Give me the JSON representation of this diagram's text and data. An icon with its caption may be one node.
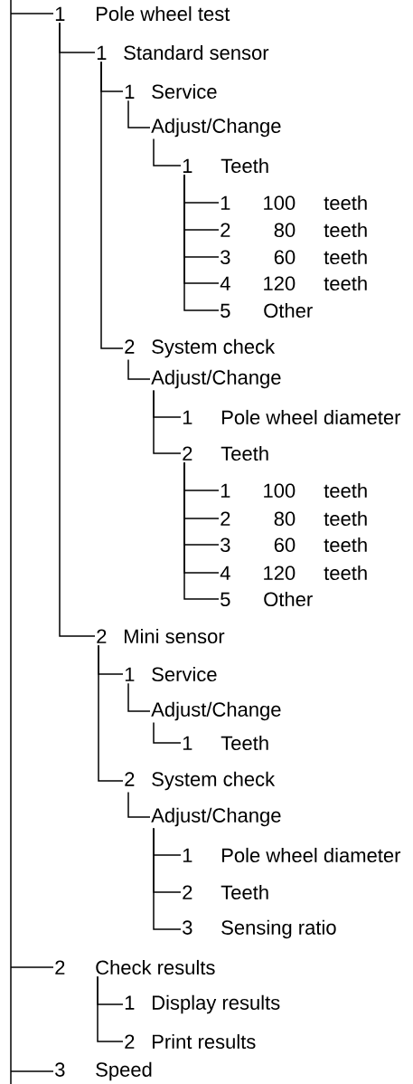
{
  "diagram": {
    "nodes": [
      {
        "text": [
          "1",
          "Pole wheel test"
        ]
      },
      {
        "text": [
          "1",
          "Standard sensor"
        ]
      },
      {
        "text": [
          "1",
          "Service"
        ]
      },
      {
        "text": [
          "Adjust/Change"
        ]
      },
      {
        "text": [
          "1",
          "Teeth"
        ]
      },
      {
        "text": [
          "1",
          "100",
          "teeth"
        ]
      },
      {
        "text": [
          "2",
          "80",
          "teeth"
        ]
      },
      {
        "text": [
          "3",
          "60",
          "teeth"
        ]
      },
      {
        "text": [
          "4",
          "120",
          "teeth"
        ]
      },
      {
        "text": [
          "5",
          "Other"
        ]
      },
      {
        "text": [
          "2",
          "System check"
        ]
      },
      {
        "text": [
          "Adjust/Change"
        ]
      },
      {
        "text": [
          "1",
          "Pole wheel diameter"
        ]
      },
      {
        "text": [
          "2",
          "Teeth"
        ]
      },
      {
        "text": [
          "1",
          "100",
          "teeth"
        ]
      },
      {
        "text": [
          "2",
          "80",
          "teeth"
        ]
      },
      {
        "text": [
          "3",
          "60",
          "teeth"
        ]
      },
      {
        "text": [
          "4",
          "120",
          "teeth"
        ]
      },
      {
        "text": [
          "5",
          "Other"
        ]
      },
      {
        "text": [
          "2",
          "Mini sensor"
        ]
      },
      {
        "text": [
          "1",
          "Service"
        ]
      },
      {
        "text": [
          "Adjust/Change"
        ]
      },
      {
        "text": [
          "1",
          "Teeth"
        ]
      },
      {
        "text": [
          "2",
          "System check"
        ]
      },
      {
        "text": [
          "Adjust/Change"
        ]
      },
      {
        "text": [
          "1",
          "Pole wheel diameter"
        ]
      },
      {
        "text": [
          "2",
          "Teeth"
        ]
      },
      {
        "text": [
          "3",
          "Sensing ratio"
        ]
      },
      {
        "text": [
          "2",
          "Check results"
        ]
      },
      {
        "text": [
          "1",
          "Display results"
        ]
      },
      {
        "text": [
          "2",
          "Print results"
        ]
      },
      {
        "text": [
          "3",
          "Speed"
        ]
      }
    ],
    "edges": [
      {
        "from": null,
        "to": 0,
        "arrow": "none"
      },
      {
        "from": 0,
        "to": 1,
        "arrow": "none"
      },
      {
        "from": 1,
        "to": 2,
        "arrow": "none"
      },
      {
        "from": 2,
        "to": 3,
        "arrow": "none"
      },
      {
        "from": 3,
        "to": 4,
        "arrow": "none"
      },
      {
        "from": 4,
        "to": 5,
        "arrow": "none"
      },
      {
        "from": 4,
        "to": 6,
        "arrow": "none"
      },
      {
        "from": 4,
        "to": 7,
        "arrow": "none"
      },
      {
        "from": 4,
        "to": 8,
        "arrow": "none"
      },
      {
        "from": 4,
        "to": 9,
        "arrow": "none"
      },
      {
        "from": 1,
        "to": 10,
        "arrow": "none"
      },
      {
        "from": 10,
        "to": 11,
        "arrow": "none"
      },
      {
        "from": 11,
        "to": 12,
        "arrow": "none"
      },
      {
        "from": 11,
        "to": 13,
        "arrow": "none"
      },
      {
        "from": 13,
        "to": 14,
        "arrow": "none"
      },
      {
        "from": 13,
        "to": 15,
        "arrow": "none"
      },
      {
        "from": 13,
        "to": 16,
        "arrow": "none"
      },
      {
        "from": 13,
        "to": 17,
        "arrow": "none"
      },
      {
        "from": 13,
        "to": 18,
        "arrow": "none"
      },
      {
        "from": 0,
        "to": 19,
        "arrow": "none"
      },
      {
        "from": 19,
        "to": 20,
        "arrow": "none"
      },
      {
        "from": 20,
        "to": 21,
        "arrow": "none"
      },
      {
        "from": 21,
        "to": 22,
        "arrow": "none"
      },
      {
        "from": 19,
        "to": 23,
        "arrow": "none"
      },
      {
        "from": 23,
        "to": 24,
        "arrow": "none"
      },
      {
        "from": 24,
        "to": 25,
        "arrow": "none"
      },
      {
        "from": 24,
        "to": 26,
        "arrow": "none"
      },
      {
        "from": 24,
        "to": 27,
        "arrow": "none"
      },
      {
        "from": null,
        "to": 28,
        "arrow": "none"
      },
      {
        "from": 28,
        "to": 29,
        "arrow": "none"
      },
      {
        "from": 28,
        "to": 30,
        "arrow": "none"
      },
      {
        "from": null,
        "to": 31,
        "arrow": "none"
      }
    ]
  }
}
